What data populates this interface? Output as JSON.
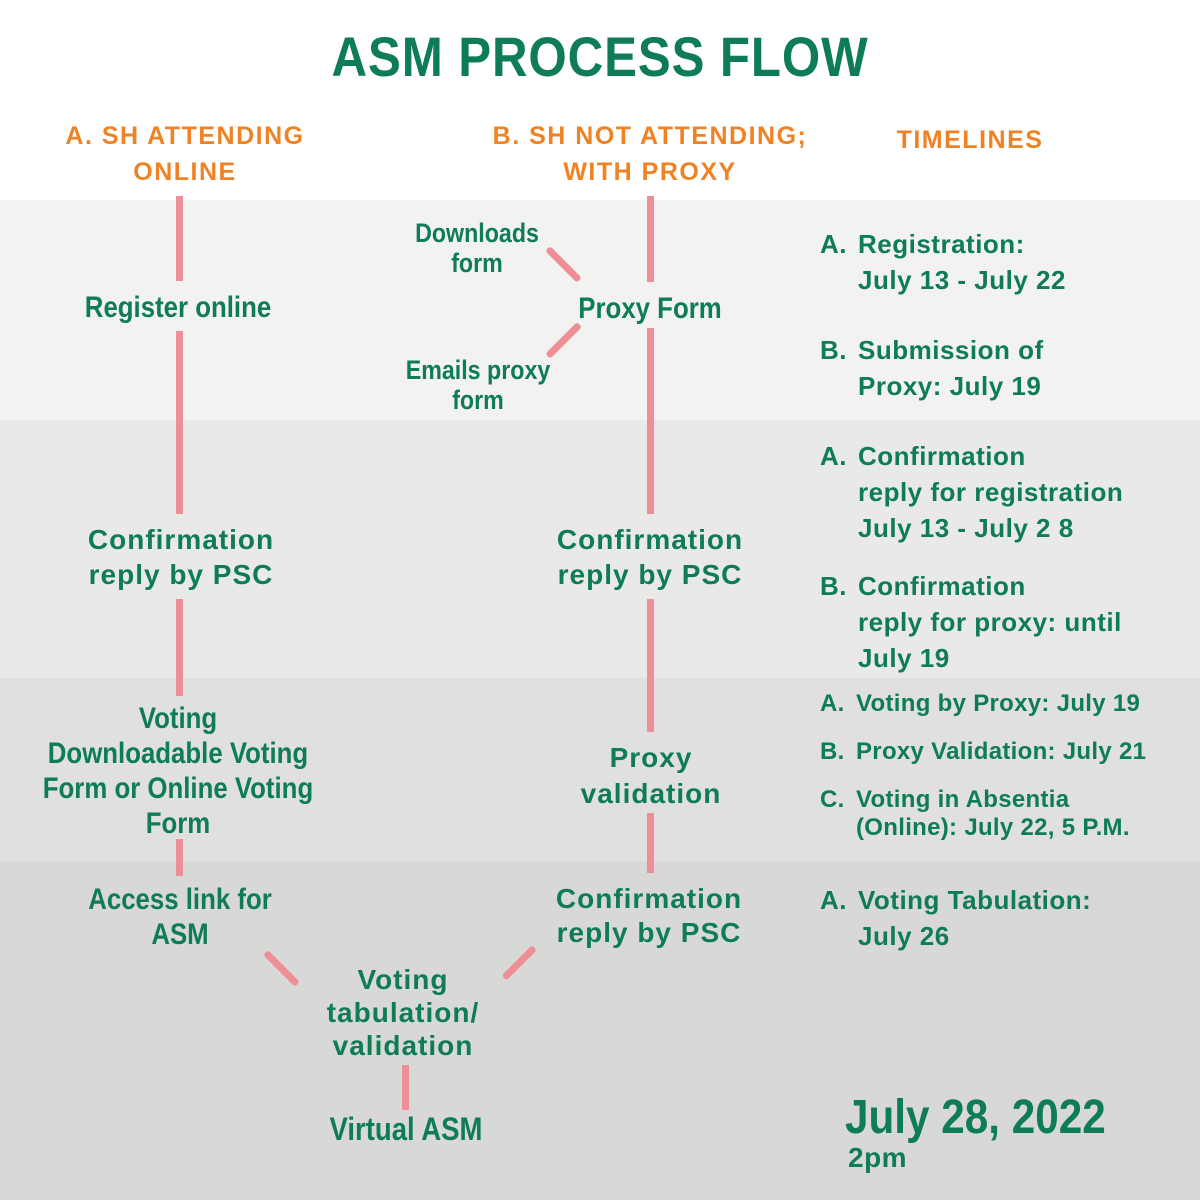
{
  "title": "ASM PROCESS FLOW",
  "columns": {
    "a": {
      "label": "A. SH ATTENDING\nONLINE"
    },
    "b": {
      "label": "B. SH NOT ATTENDING;\nWITH PROXY"
    },
    "timelines": {
      "label": "TIMELINES"
    }
  },
  "flow": {
    "register_online": "Register online",
    "downloads_form": "Downloads\nform",
    "proxy_form": "Proxy Form",
    "emails_proxy_form": "Emails proxy\nform",
    "confirmation_reply_a": "Confirmation\nreply by PSC",
    "confirmation_reply_b": "Confirmation\nreply by PSC",
    "voting_options": "Voting\nDownloadable Voting\nForm or Online Voting\nForm",
    "proxy_validation": "Proxy\nvalidation",
    "access_link_asm": "Access link for\nASM",
    "confirmation_reply_b2": "Confirmation\nreply by PSC",
    "voting_tabulation": "Voting\ntabulation/\nvalidation",
    "virtual_asm": "Virtual ASM"
  },
  "timelines": {
    "band1": [
      {
        "marker": "A.",
        "text": "Registration:\nJuly 13 - July 22"
      },
      {
        "marker": "B.",
        "text": "Submission of\nProxy: July 19"
      }
    ],
    "band2": [
      {
        "marker": "A.",
        "text": "Confirmation\nreply for registration\nJuly 13 - July 2 8"
      },
      {
        "marker": "B.",
        "text": "Confirmation\nreply for proxy: until\nJuly 19"
      }
    ],
    "band3": [
      {
        "marker": "A.",
        "text": "Voting by Proxy: July 19"
      },
      {
        "marker": "B.",
        "text": "Proxy Validation: July 21"
      },
      {
        "marker": "C.",
        "text": "Voting in Absentia\n(Online): July 22, 5 P.M."
      }
    ],
    "band4": [
      {
        "marker": "A.",
        "text": "Voting Tabulation:\nJuly 26"
      }
    ]
  },
  "footer": {
    "date": "July 28, 2022",
    "time": "2pm"
  },
  "colors": {
    "green": "#0e7c54",
    "orange": "#f08223",
    "connector_pink": "#ee8e95",
    "bands": [
      "#f2f2f1",
      "#e9e9e8",
      "#e0e0df",
      "#d8d8d7"
    ]
  }
}
